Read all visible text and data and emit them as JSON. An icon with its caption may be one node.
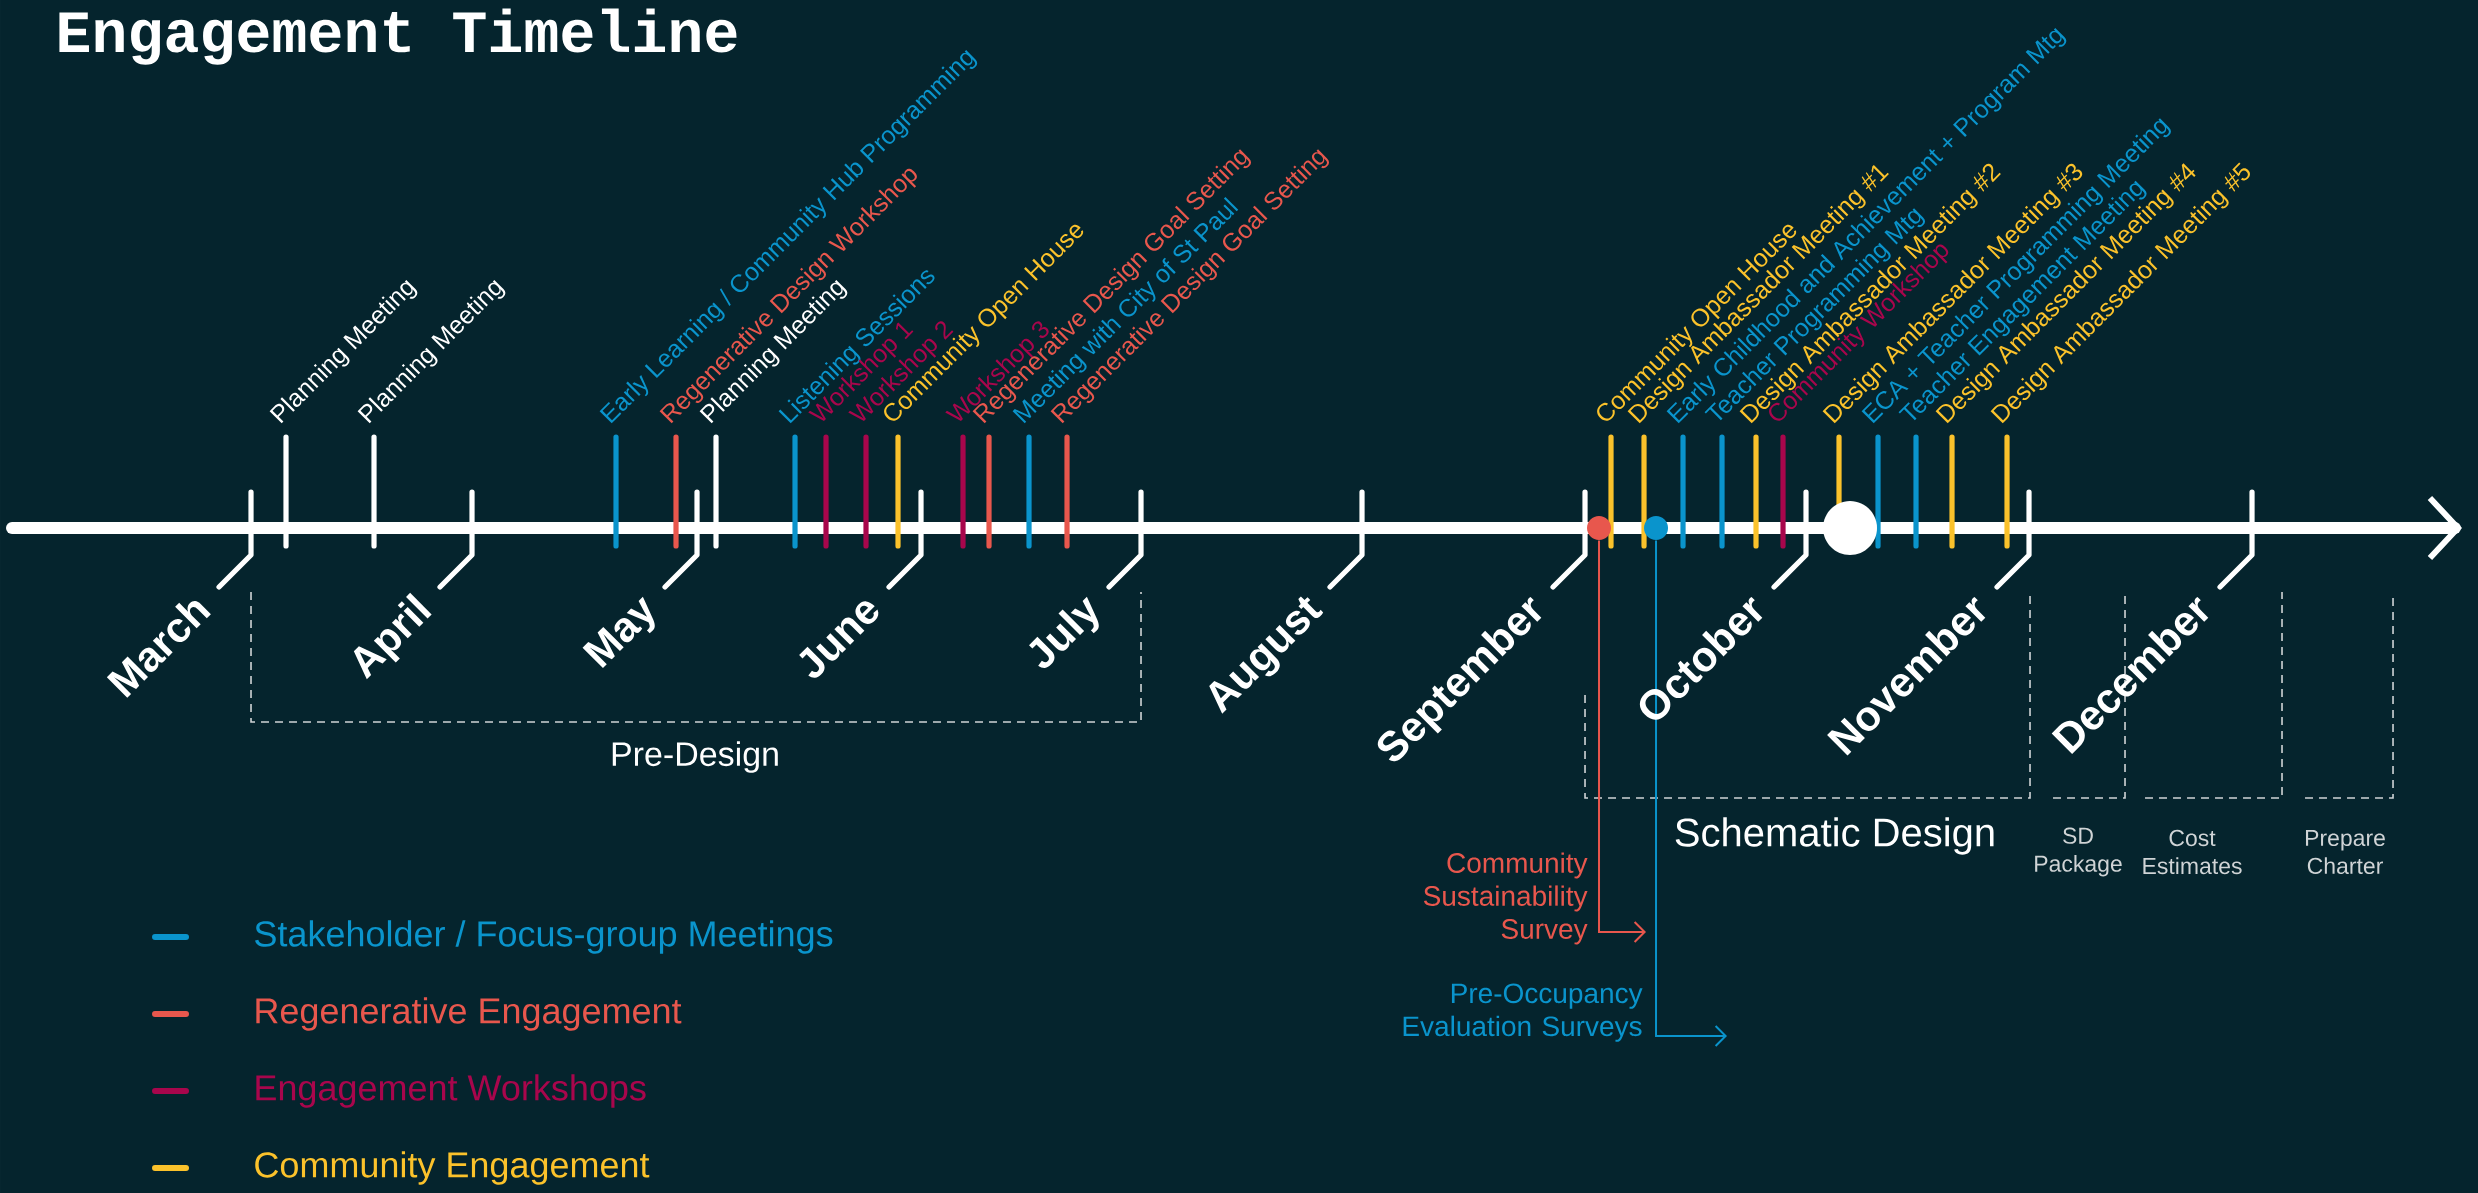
{
  "diagram": {
    "title": "Engagement Timeline",
    "nodes": [
      {
        "text": [],
        "shape": "circle"
      },
      {
        "text": [],
        "shape": "circle"
      }
    ],
    "edges": [
      {
        "from": 0,
        "to": null,
        "arrow": "to",
        "color": "#e8574d"
      },
      {
        "from": 1,
        "to": null,
        "arrow": "to",
        "color": "#0a94cc"
      }
    ],
    "labels": [
      "Planning Meeting",
      "Planning Meeting",
      "Early Learning / Community Hub Programming",
      "Regenerative Design Workshop",
      "Planning Meeting",
      "Listening Sessions",
      "Workshop 1",
      "Workshop 2",
      "Community Open House",
      "Workshop 3",
      "Regenerative Design Goal Setting",
      "Meeting with City of St Paul",
      "Regenerative Design Goal Setting",
      "Community Open House",
      "Design Ambassador Meeting #1",
      "Early Childhood and Achievement + Program Mtg",
      "Teacher Programming Mtg",
      "Design Ambassador Meeting #2",
      "Community Workshop",
      "Design Ambassador Meeting #3",
      "ECA + Teacher Programming Meeting",
      "Teacher Engagement Meeting",
      "Design Ambassador Meeting #4",
      "Design Ambassador Meeting #5",
      "March",
      "April",
      "May",
      "June",
      "July",
      "August",
      "September",
      "October",
      "November",
      "December",
      "Pre-Design",
      "Schematic Design",
      "SD Package",
      "Cost Estimates",
      "Prepare Charter",
      "Community Sustainability Survey",
      "Pre-Occupancy Evaluation Surveys"
    ],
    "legend": [
      {
        "text": "Stakeholder / Focus-group Meetings",
        "color": "#0a94cc"
      },
      {
        "text": "Regenerative Engagement",
        "color": "#e8574d"
      },
      {
        "text": "Engagement Workshops",
        "color": "#a8064c"
      },
      {
        "text": "Community Engagement",
        "color": "#fbc22b"
      }
    ]
  }
}
